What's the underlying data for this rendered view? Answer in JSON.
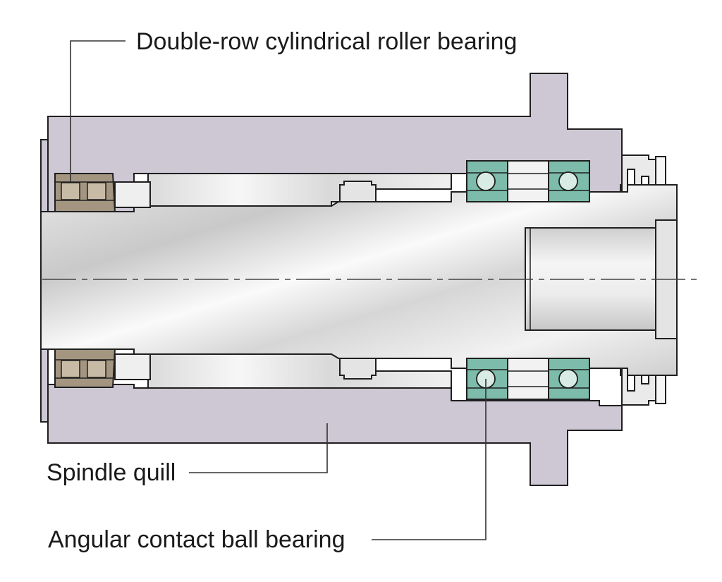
{
  "labels": {
    "roller_bearing": "Double-row cylindrical roller bearing",
    "spindle_quill": "Spindle quill",
    "ball_bearing": "Angular contact ball bearing"
  },
  "colors": {
    "quill": "#cdc8d4",
    "shaft_light": "#f4f4f4",
    "shaft_mid": "#c8c8c8",
    "roller_bearing": "#a39580",
    "ball_bearing": "#7dbcaa",
    "outline": "#1f1f1f",
    "leader": "#333333"
  }
}
